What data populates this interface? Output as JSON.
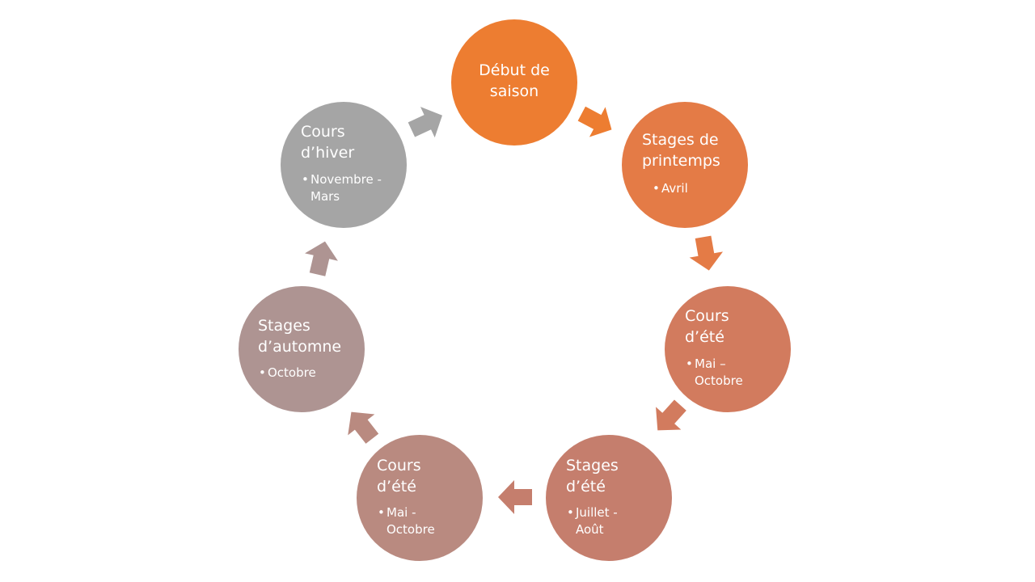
{
  "colors": {
    "debut": "#ED7D31",
    "printemps": "#E47B46",
    "cours_ete_right": "#D27B5E",
    "stages_ete": "#C57E6D",
    "cours_ete_left": "#B98A80",
    "automne": "#AE9492",
    "hiver": "#A5A5A5"
  },
  "nodes": {
    "debut": {
      "title": "Début de\nsaison"
    },
    "printemps": {
      "title": "Stages de\nprintemps",
      "bullet": "•",
      "detail": "Avril"
    },
    "cours_ete_right": {
      "title": "Cours\nd’été",
      "bullet": "•",
      "detail": "Mai –\nOctobre"
    },
    "stages_ete": {
      "title": "Stages\nd’été",
      "bullet": "•",
      "detail": "Juillet -\nAoût"
    },
    "cours_ete_left": {
      "title": "Cours\nd’été",
      "bullet": "•",
      "detail": "Mai -\nOctobre"
    },
    "automne": {
      "title": "Stages\nd’automne",
      "bullet": "•",
      "detail": "Octobre"
    },
    "hiver": {
      "title": "Cours\nd’hiver",
      "bullet": "•",
      "detail": "Novembre -\nMars"
    }
  }
}
